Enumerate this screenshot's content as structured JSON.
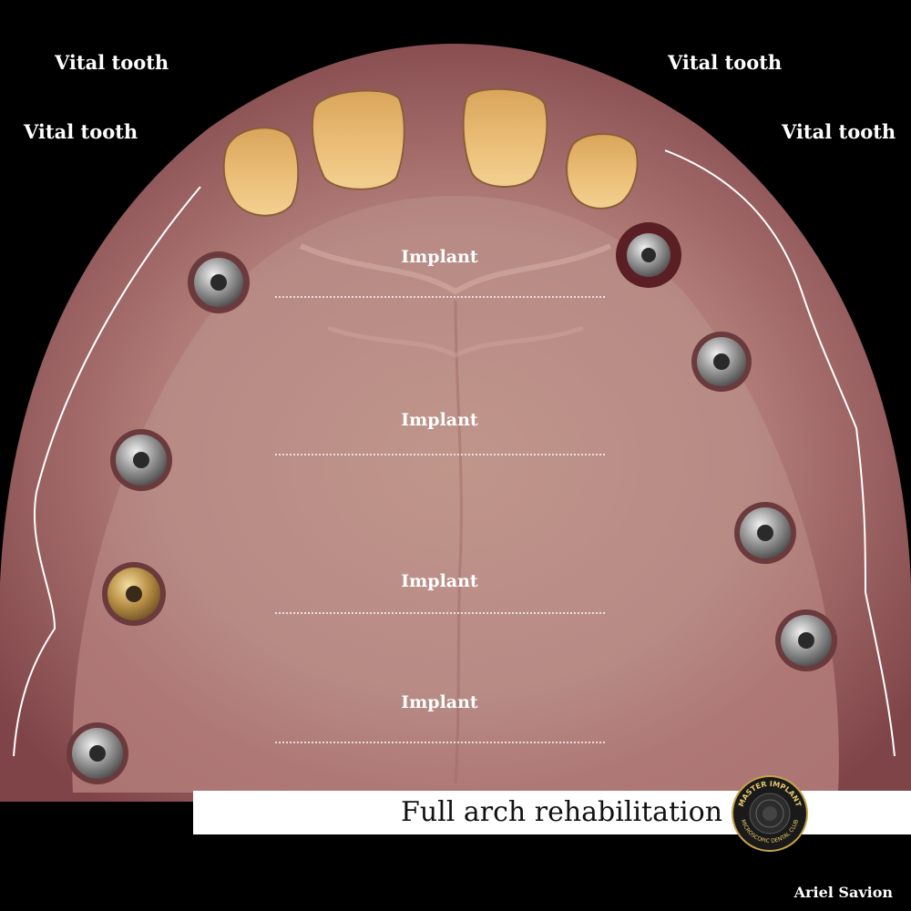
{
  "labels": {
    "vital_top_left": "Vital tooth",
    "vital_top_right": "Vital tooth",
    "vital_mid_left": "Vital tooth",
    "vital_mid_right": "Vital tooth"
  },
  "implants": [
    "Implant",
    "Implant",
    "Implant",
    "Implant"
  ],
  "banner": {
    "title": "Full arch rehabilitation"
  },
  "logo": {
    "top_text": "MASTER IMPLANT",
    "bottom_text": "MICROSCOPIC DENTAL CLUB"
  },
  "credit": "Ariel Savion",
  "colors": {
    "gum": "#a86a6a",
    "palate": "#b98d86",
    "tooth": "#e7b96a",
    "background": "#000000"
  }
}
